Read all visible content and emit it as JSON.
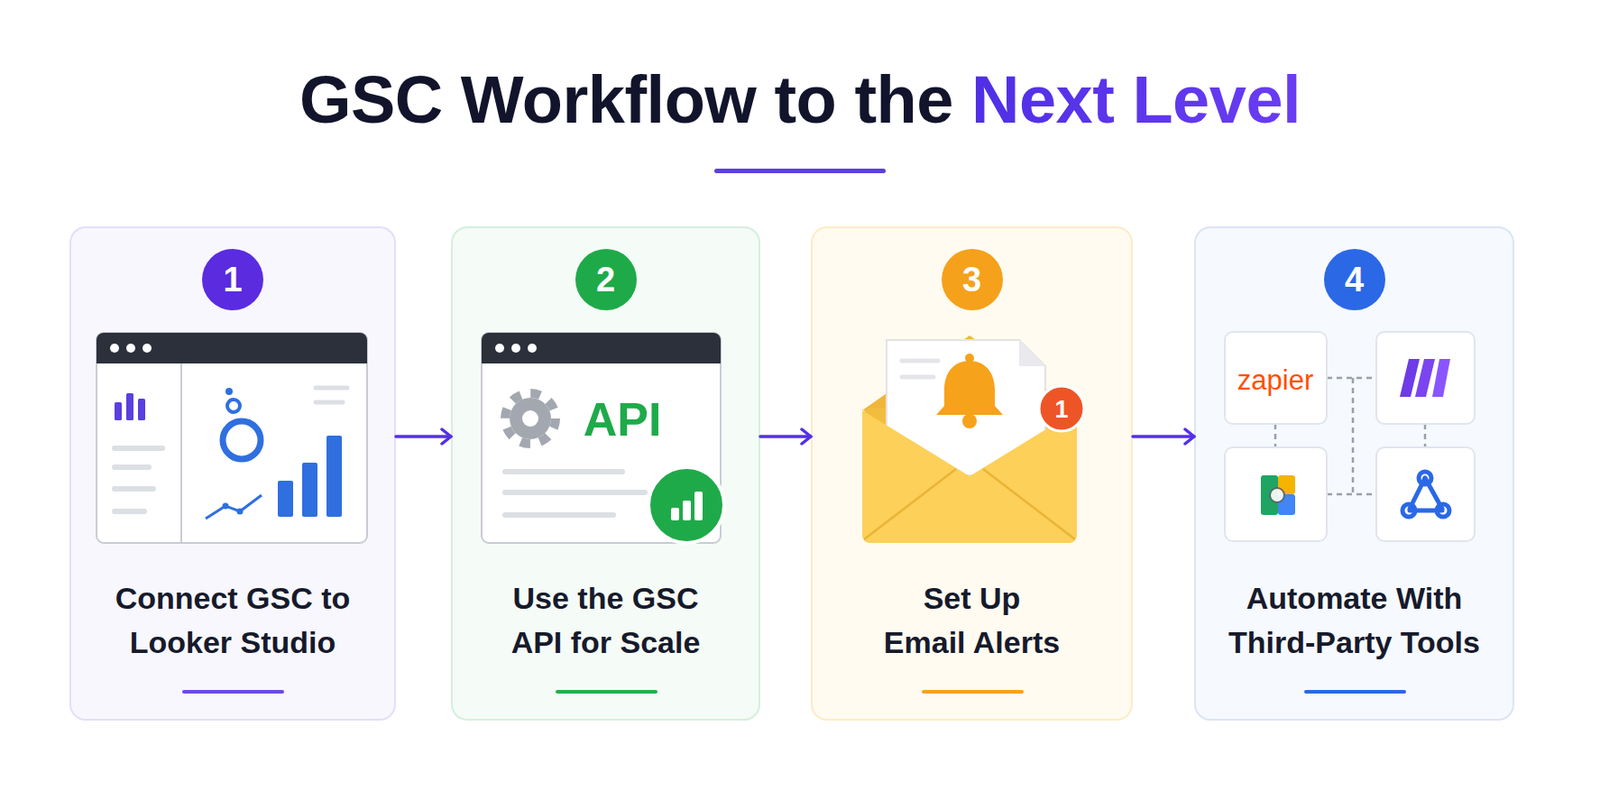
{
  "diagram": {
    "title": "GSC Workflow to the Next Level",
    "nodes": [
      {
        "text": [
          "1",
          "Connect GSC to Looker Studio"
        ]
      },
      {
        "text": [
          "2",
          "Use the GSC API for Scale"
        ]
      },
      {
        "text": [
          "3",
          "Set Up Email Alerts"
        ]
      },
      {
        "text": [
          "4",
          "Automate With Third-Party Tools"
        ]
      }
    ],
    "edges": [
      {
        "from": 0,
        "to": 1,
        "arrow": "to"
      },
      {
        "from": 1,
        "to": 2,
        "arrow": "to"
      },
      {
        "from": 2,
        "to": 3,
        "arrow": "to"
      }
    ],
    "labels": [
      "API",
      "1",
      "zapier"
    ]
  }
}
